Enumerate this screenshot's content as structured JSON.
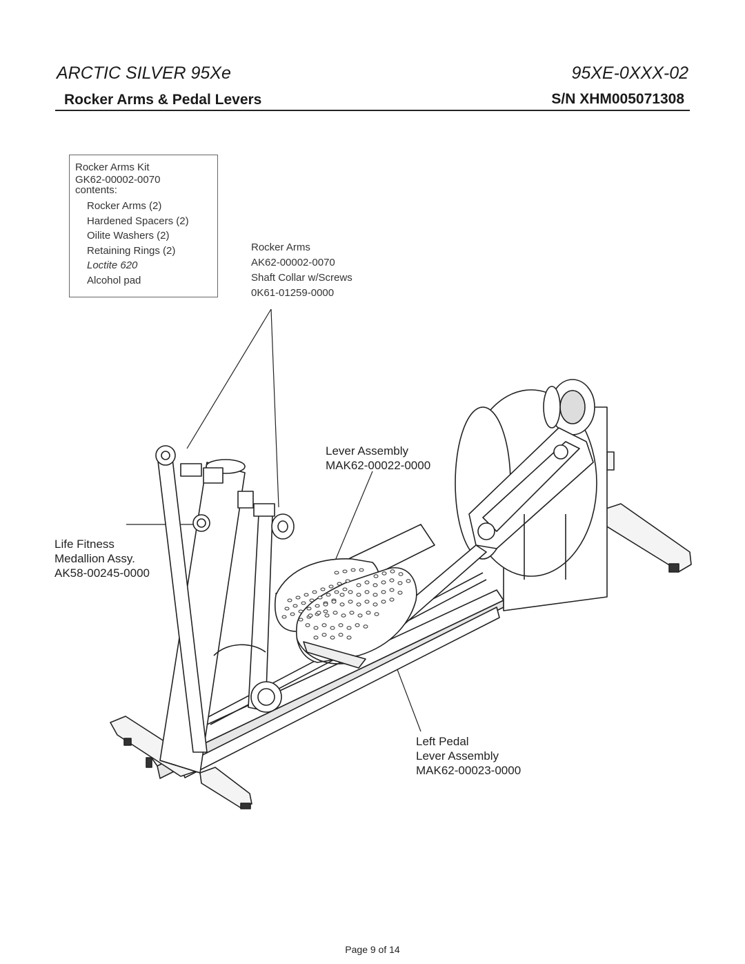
{
  "header": {
    "title": "ARCTIC SILVER 95Xe",
    "model_code": "95XE-0XXX-02",
    "subtitle": "Rocker Arms & Pedal Levers",
    "serial": "S/N XHM005071308"
  },
  "kit_box": {
    "title": "Rocker Arms Kit",
    "part_number": "GK62-00002-0070",
    "contents_label": "contents:",
    "items": [
      "Rocker Arms (2)",
      "Hardened Spacers (2)",
      "Oilite Washers (2)",
      "Retaining Rings (2)",
      "Loctite 620",
      "Alcohol pad"
    ]
  },
  "callouts": {
    "rocker_arms": {
      "name": "Rocker Arms",
      "part_number": "AK62-00002-0070",
      "collar_name": "Shaft Collar w/Screws",
      "collar_part": "0K61-01259-0000"
    },
    "lever_assembly": {
      "line1": "Lever Assembly",
      "line2": "MAK62-00022-0000"
    },
    "medallion": {
      "line1": "Life Fitness",
      "line2": "Medallion Assy.",
      "line3": "AK58-00245-0000"
    },
    "left_pedal": {
      "line1": "Left Pedal",
      "line2": "Lever Assembly",
      "line3": "MAK62-00023-0000"
    }
  },
  "footer": {
    "page": "Page 9 of 14"
  }
}
